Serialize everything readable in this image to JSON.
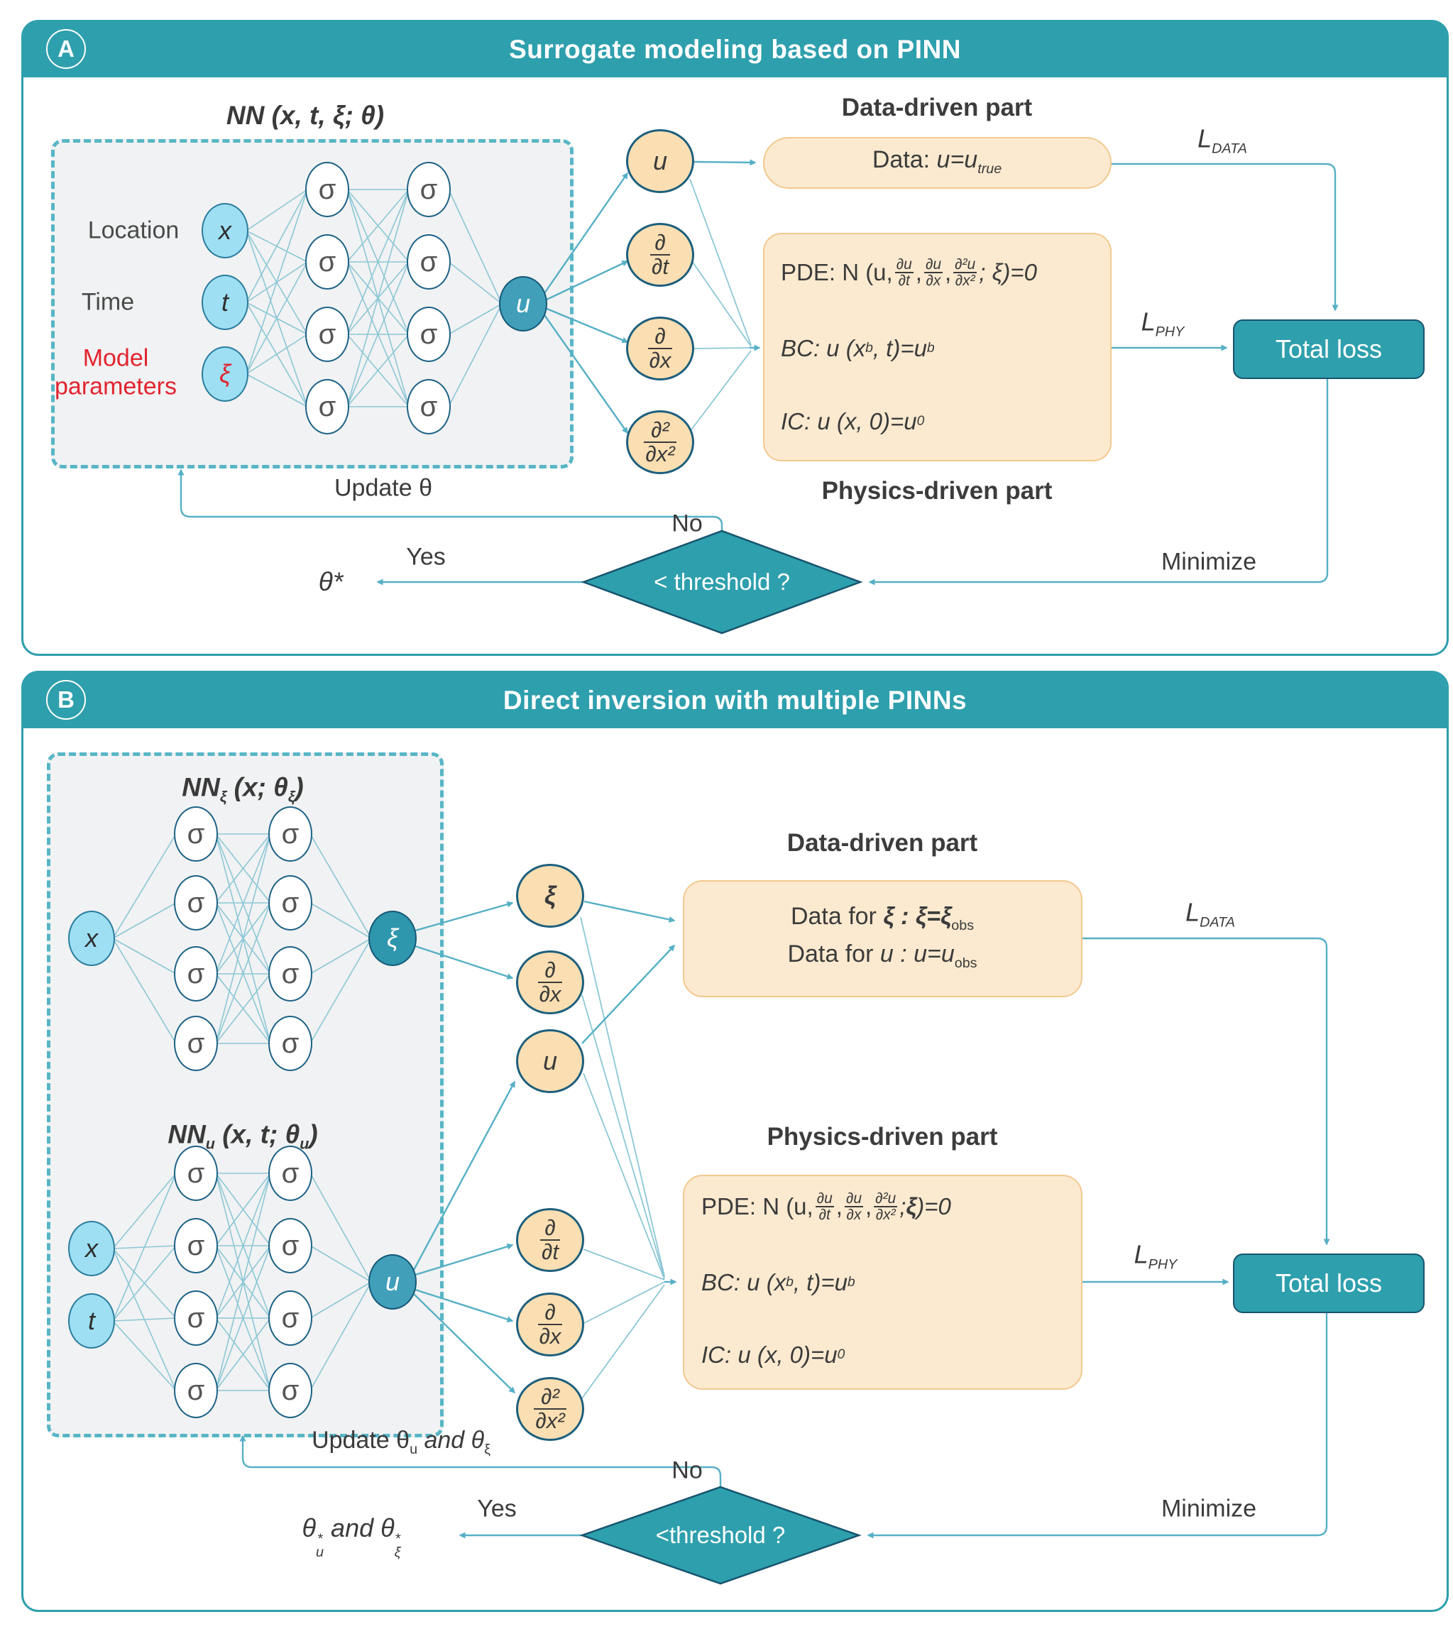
{
  "shared": {
    "sigma": "σ",
    "colors": {
      "teal": "#2e9fad",
      "teal_dark": "#17546e",
      "line": "#8cc7d6",
      "arrow": "#56b0c5",
      "node_blue": "#9edff3",
      "node_teal": "#419fba",
      "orange_fill": "#fbdfb2",
      "box_fill": "#fcead0",
      "box_border": "#f2c98f",
      "red": "#e2242f",
      "gray_box": "#f1f2f3"
    }
  },
  "panel_a": {
    "badge": "A",
    "title": "Surrogate modeling based on PINN",
    "nn_title": "NN (x, t, ξ; θ)",
    "inputs": {
      "location": "Location",
      "time": "Time",
      "model_1": "Model",
      "model_2": "parameters",
      "x": "x",
      "t": "t",
      "xi": "ξ"
    },
    "u_out": "u",
    "outputs": {
      "u": "u",
      "ddt_num": "∂",
      "ddt_den": "∂t",
      "ddx_num": "∂",
      "ddx_den": "∂x",
      "d2dx2_num": "∂²",
      "d2dx2_den": "∂x²"
    },
    "data_title": "Data-driven part",
    "data_box": {
      "pre": "Data: ",
      "math": "u=u",
      "sub": "true"
    },
    "physics_title": "Physics-driven part",
    "physics": {
      "pde_pre": "PDE: N (u,",
      "f1n": "∂u",
      "f1d": "∂t",
      "f2n": "∂u",
      "f2d": "∂x",
      "f3n": "∂²u",
      "f3d": "∂x²",
      "pde_post": "; ξ)=0",
      "bc_pre": "BC: u (x",
      "bc_sub1": "b",
      "bc_mid": ", t)=u",
      "bc_sub2": "b",
      "ic_pre": "IC: u (x, 0)=u",
      "ic_sub": "0"
    },
    "l_data": {
      "main": "L",
      "sub": "DATA"
    },
    "l_phy": {
      "main": "L",
      "sub": "PHY"
    },
    "total_loss": "Total loss",
    "minimize": "Minimize",
    "update": "Update θ",
    "no": "No",
    "yes": "Yes",
    "theta_star": "θ*",
    "threshold": "< threshold ?"
  },
  "panel_b": {
    "badge": "B",
    "title": "Direct inversion with multiple PINNs",
    "nn_xi_title": {
      "p1": "NN",
      "s1": "ξ",
      "p2": " (x; θ",
      "s2": "ξ",
      "p3": ")"
    },
    "nn_u_title": {
      "p1": "NN",
      "s1": "u",
      "p2": " (x, t; θ",
      "s2": "u",
      "p3": ")"
    },
    "inputs": {
      "x1": "x",
      "x2": "x",
      "t": "t"
    },
    "xi_out": "ξ",
    "u_out": "u",
    "outputs": {
      "xi": "ξ",
      "dxi_num": "∂",
      "dxi_den": "∂x",
      "u": "u",
      "ddt_num": "∂",
      "ddt_den": "∂t",
      "ddx_num": "∂",
      "ddx_den": "∂x",
      "d2dx2_num": "∂²",
      "d2dx2_den": "∂x²"
    },
    "data_title": "Data-driven part",
    "data_line1": {
      "pre": "Data for ",
      "math": "ξ : ξ=ξ",
      "sub": "obs"
    },
    "data_line2": {
      "pre": "Data for ",
      "math": "u : u=u",
      "sub": "obs"
    },
    "physics_title": "Physics-driven part",
    "physics": {
      "pde_pre": "PDE: N (u,",
      "f1n": "∂u",
      "f1d": "∂t",
      "f2n": "∂u",
      "f2d": "∂x",
      "f3n": "∂²u",
      "f3d": "∂x²",
      "pde_semi": "; ",
      "pde_xi": "ξ",
      "pde_end": ")=0",
      "bc_pre": "BC: u (x",
      "bc_sub1": "b",
      "bc_mid": ", t)=u",
      "bc_sub2": "b",
      "ic_pre": "IC: u (x, 0)=u",
      "ic_sub": "0"
    },
    "l_data": {
      "main": "L",
      "sub": "DATA"
    },
    "l_phy": {
      "main": "L",
      "sub": "PHY"
    },
    "total_loss": "Total loss",
    "minimize": "Minimize",
    "update": {
      "pre": "Update θ",
      "s1": "u",
      "mid": " and θ",
      "s2": "ξ"
    },
    "no": "No",
    "yes": "Yes",
    "theta_star": {
      "t1": "θ",
      "sup1": "*",
      "sub1": "u",
      "mid": " and ",
      "t2": "θ",
      "sup2": "*",
      "sub2": "ξ"
    },
    "threshold": "<threshold ?"
  }
}
